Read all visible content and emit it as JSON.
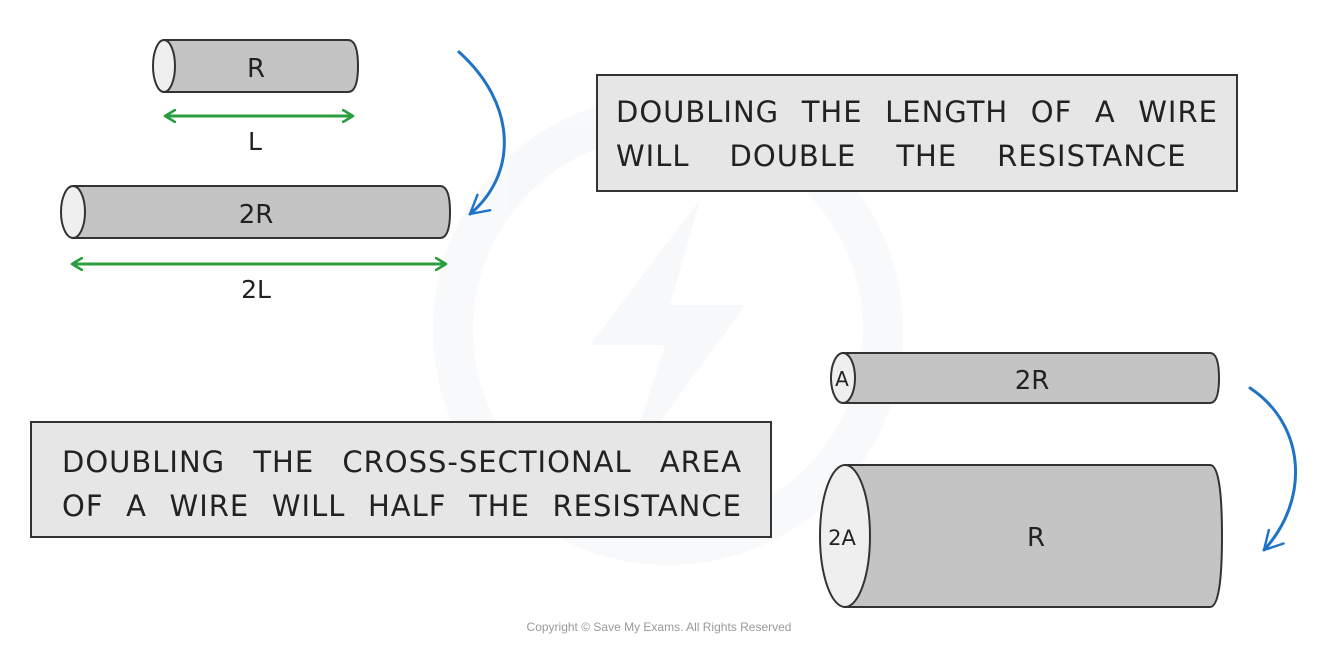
{
  "colors": {
    "wire_fill": "#c4c4c4",
    "wire_end": "#efefef",
    "outline": "#333333",
    "length_arrow": "#2a9d3f",
    "curve_arrow": "#1f73c6",
    "caption_bg": "#e6e6e6"
  },
  "length_section": {
    "wire_short": {
      "label": "R",
      "length_label": "L"
    },
    "wire_long": {
      "label": "2R",
      "length_label": "2L"
    },
    "caption": {
      "line1": [
        "DOUBLING",
        "THE",
        "LENGTH",
        "OF",
        "A",
        "WIRE"
      ],
      "line2": [
        "WILL",
        "DOUBLE",
        "THE",
        "RESISTANCE"
      ]
    }
  },
  "area_section": {
    "wire_thin": {
      "label": "2R",
      "area_label": "A"
    },
    "wire_thick": {
      "label": "R",
      "area_label": "2A"
    },
    "caption": {
      "line1": [
        "DOUBLING",
        "THE",
        "CROSS-SECTIONAL",
        "AREA"
      ],
      "line2": [
        "OF",
        "A",
        "WIRE",
        "WILL",
        "HALF",
        "THE",
        "RESISTANCE"
      ]
    }
  },
  "copyright": "Copyright © Save My Exams. All Rights Reserved"
}
